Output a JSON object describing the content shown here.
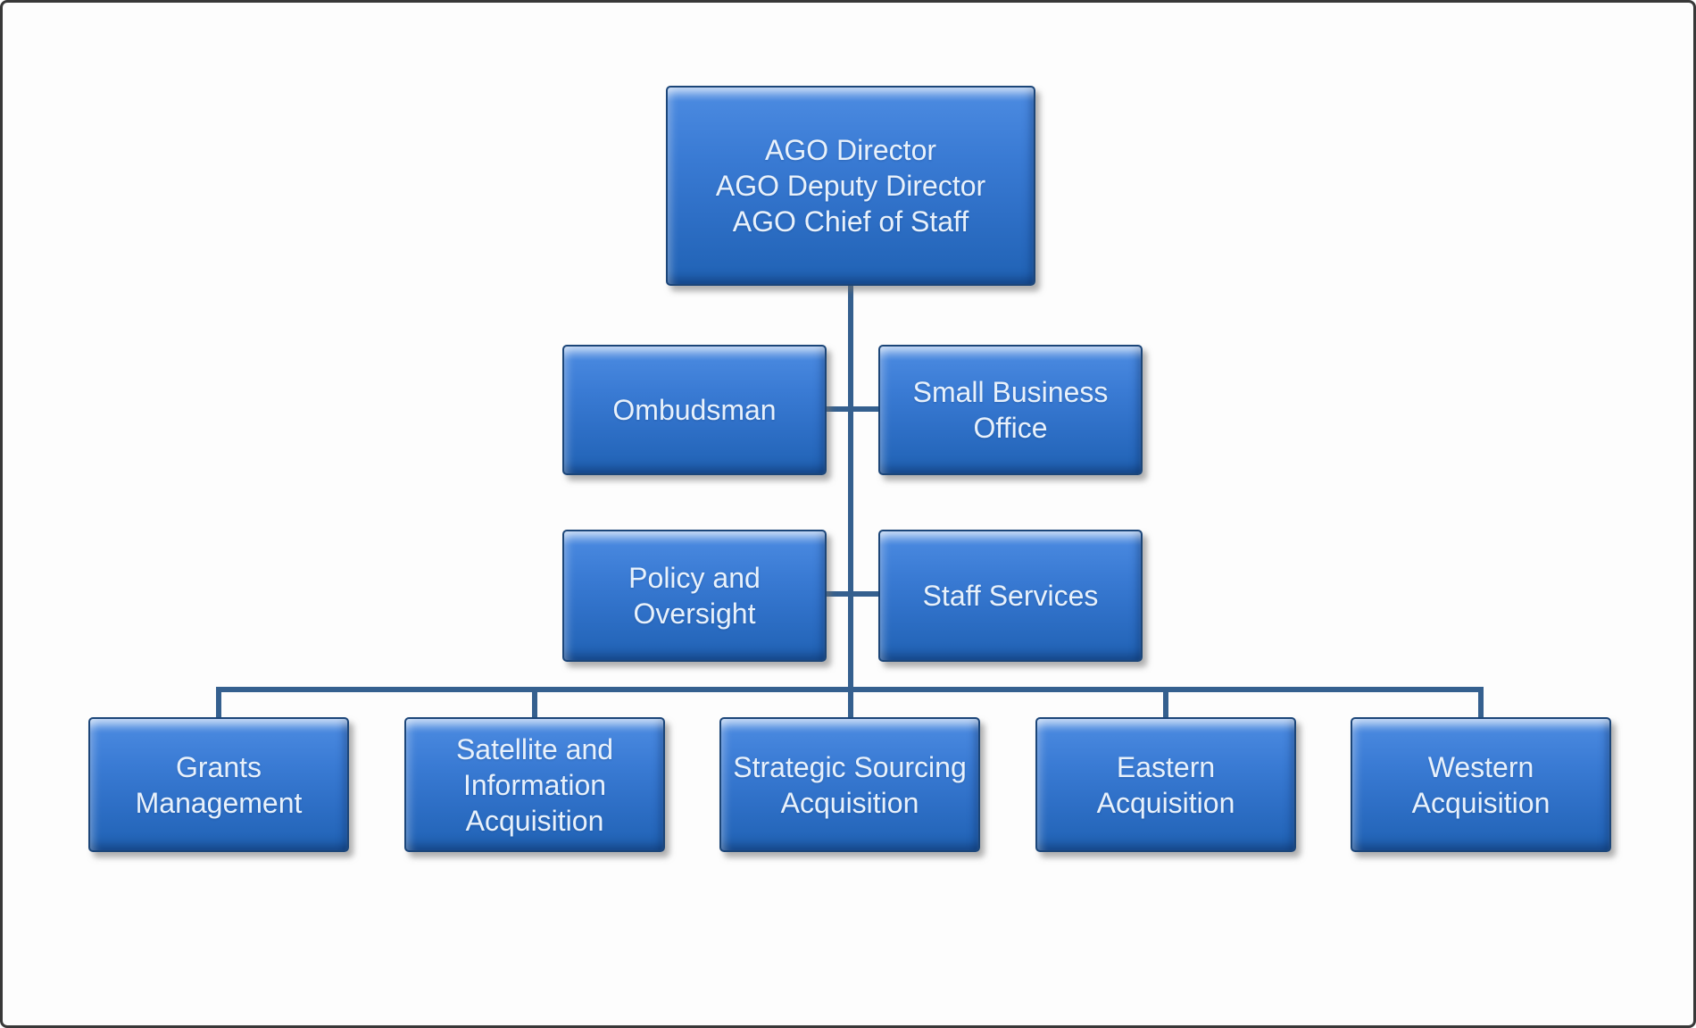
{
  "page": {
    "background_color": "#fdfdfd",
    "border_color": "#383838"
  },
  "chart": {
    "type": "org-chart",
    "style": {
      "node_fill_top": "#4d8ce2",
      "node_fill_bottom": "#2062b4",
      "node_border_color": "#1c4679",
      "node_text_color": "#e8f1fb",
      "connector_color": "#35608f"
    },
    "nodes": {
      "director": {
        "label": "AGO Director\nAGO Deputy Director\nAGO Chief of Staff",
        "level": 1
      },
      "ombudsman": {
        "label": "Ombudsman",
        "level": 2
      },
      "small_business_office": {
        "label": "Small Business\nOffice",
        "level": 2
      },
      "policy_and_oversight": {
        "label": "Policy and\nOversight",
        "level": 3
      },
      "staff_services": {
        "label": "Staff Services",
        "level": 3
      },
      "grants_management": {
        "label": "Grants\nManagement",
        "level": 4
      },
      "satellite_information_acquisition": {
        "label": "Satellite and\nInformation\nAcquisition",
        "level": 4
      },
      "strategic_sourcing_acquisition": {
        "label": "Strategic Sourcing\nAcquisition",
        "level": 4
      },
      "eastern_acquisition": {
        "label": "Eastern Acquisition",
        "level": 4
      },
      "western_acquisition": {
        "label": "Western\nAcquisition",
        "level": 4
      }
    }
  }
}
